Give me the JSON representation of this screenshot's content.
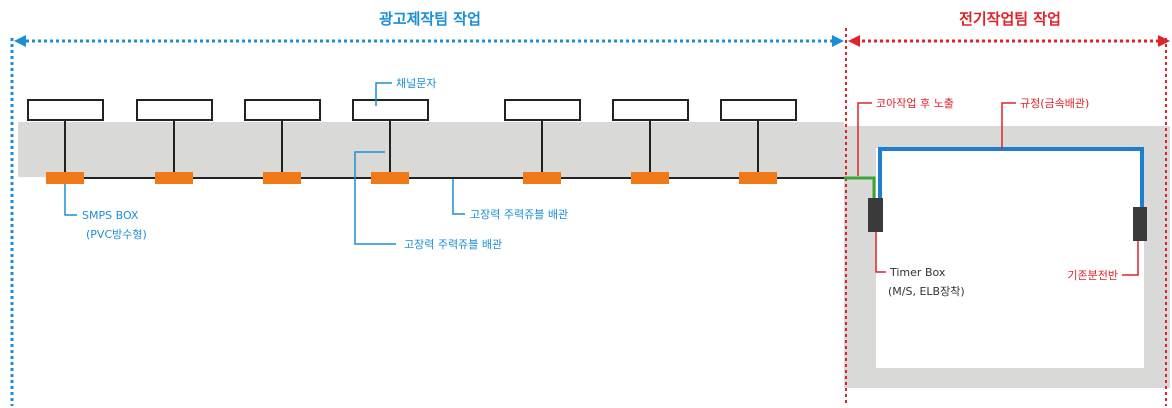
{
  "sections": {
    "left_title": "광고제작팀 작업",
    "right_title": "전기작업팀 작업"
  },
  "labels": {
    "channel_letters": "채널문자",
    "smps_box_line1": "SMPS BOX",
    "smps_box_line2": "(PVC방수형)",
    "wiring_1": "고장력 주력쥬블 배관",
    "wiring_2": "고장력 주력쥬블 배관",
    "core_exposure": "코아작업 후 노출",
    "regulation": "규정(금속배관)",
    "timer_box_line1": "Timer Box",
    "timer_box_line2": "(M/S, ELB장착)",
    "existing_panel": "기존분전반"
  },
  "colors": {
    "left_section": "#1a8fd6",
    "right_section": "#e0222a",
    "wall_gray": "#d9d9d7",
    "smps_orange": "#f07a1a",
    "metal_conduit": "#1e7fd0",
    "green_wire": "#3aa635",
    "box_dark": "#3a3a3a"
  }
}
